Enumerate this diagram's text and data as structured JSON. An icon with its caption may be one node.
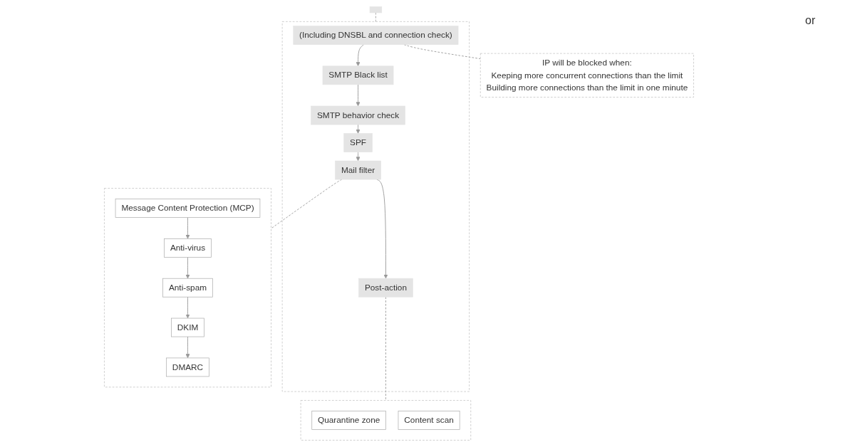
{
  "diagram": {
    "nodes": [
      {
        "text": [],
        "shape": "box"
      },
      {
        "text": [],
        "shape": "box"
      },
      {
        "text": [
          "(Including DNSBL and connection check)"
        ],
        "in": 1
      },
      {
        "text": [
          "SMTP Black list"
        ],
        "in": 1
      },
      {
        "text": [
          "SMTP behavior check"
        ],
        "in": 1
      },
      {
        "text": [
          "SPF"
        ],
        "in": 1
      },
      {
        "text": [
          "Mail filter"
        ],
        "in": 1
      },
      {
        "text": [
          "Post-action"
        ],
        "in": 1
      },
      {
        "text": [
          "IP will be blocked when:",
          "Keeping more concurrent connections than the limit",
          "Building more connections than the limit in one minute"
        ]
      },
      {
        "text": [],
        "shape": "box"
      },
      {
        "text": [
          "Message Content Protection (MCP)"
        ],
        "in": 9
      },
      {
        "text": [
          "Anti-virus"
        ],
        "in": 9
      },
      {
        "text": [
          "Anti-spam"
        ],
        "in": 9
      },
      {
        "text": [
          "DKIM"
        ],
        "in": 9
      },
      {
        "text": [
          "DMARC"
        ],
        "in": 9
      },
      {
        "text": [],
        "shape": "box"
      },
      {
        "text": [
          "Quarantine zone"
        ],
        "in": 15
      },
      {
        "text": [
          "Content scan"
        ],
        "in": 15
      }
    ],
    "edges": [
      {
        "from": 0,
        "to": 1,
        "arrow": "none",
        "style": "dashed"
      },
      {
        "from": 2,
        "to": 3,
        "arrow": "to"
      },
      {
        "from": 3,
        "to": 4,
        "arrow": "to"
      },
      {
        "from": 4,
        "to": 5,
        "arrow": "to"
      },
      {
        "from": 5,
        "to": 6,
        "arrow": "to"
      },
      {
        "from": 6,
        "to": 7,
        "arrow": "to"
      },
      {
        "from": 2,
        "to": 8,
        "arrow": "none",
        "style": "dashed"
      },
      {
        "from": 10,
        "to": 11,
        "arrow": "to"
      },
      {
        "from": 11,
        "to": 12,
        "arrow": "to"
      },
      {
        "from": 12,
        "to": 13,
        "arrow": "to"
      },
      {
        "from": 13,
        "to": 14,
        "arrow": "to"
      },
      {
        "from": 6,
        "to": 9,
        "arrow": "none",
        "style": "dashed"
      },
      {
        "from": 7,
        "to": 15,
        "arrow": "none",
        "style": "dashed"
      }
    ],
    "labels": [
      "or"
    ]
  }
}
